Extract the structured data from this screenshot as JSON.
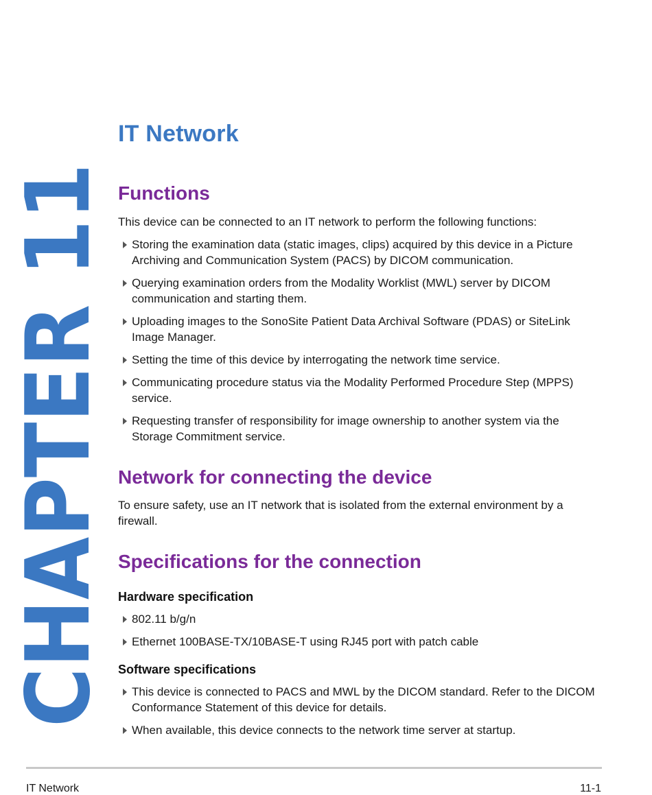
{
  "chapter_label": "CHAPTER 11",
  "title": "IT Network",
  "functions": {
    "heading": "Functions",
    "intro": "This device can be connected to an IT network to perform the following functions:",
    "items": [
      "Storing the examination data (static images, clips) acquired by this device in a Picture Archiving and Communication System (PACS) by DICOM communication.",
      "Querying examination orders from the Modality Worklist (MWL) server by DICOM communication and starting them.",
      "Uploading images to the SonoSite Patient Data Archival Software (PDAS) or SiteLink Image Manager.",
      "Setting the time of this device by interrogating the network time service.",
      "Communicating procedure status via the Modality Performed Procedure Step (MPPS) service.",
      "Requesting transfer of responsibility for image ownership to another system via the Storage Commitment service."
    ]
  },
  "network": {
    "heading": "Network for connecting the device",
    "text": "To ensure safety, use an IT network that is isolated from the external environment by a firewall."
  },
  "specs": {
    "heading": "Specifications for the connection",
    "hardware": {
      "heading": "Hardware specification",
      "items": [
        "802.11 b/g/n",
        "Ethernet 100BASE-TX/10BASE-T using RJ45 port with patch cable"
      ]
    },
    "software": {
      "heading": "Software specifications",
      "items": [
        "This device is connected to PACS and MWL by the DICOM standard. Refer to the DICOM Conformance Statement of this device for details.",
        "When available, this device connects to the network time server at startup."
      ]
    }
  },
  "footer": {
    "left": "IT Network",
    "right": "11-1"
  },
  "colors": {
    "title_blue": "#3b78c2",
    "heading_purple": "#7a2a98",
    "chapter_blue": "#3b78c2"
  }
}
